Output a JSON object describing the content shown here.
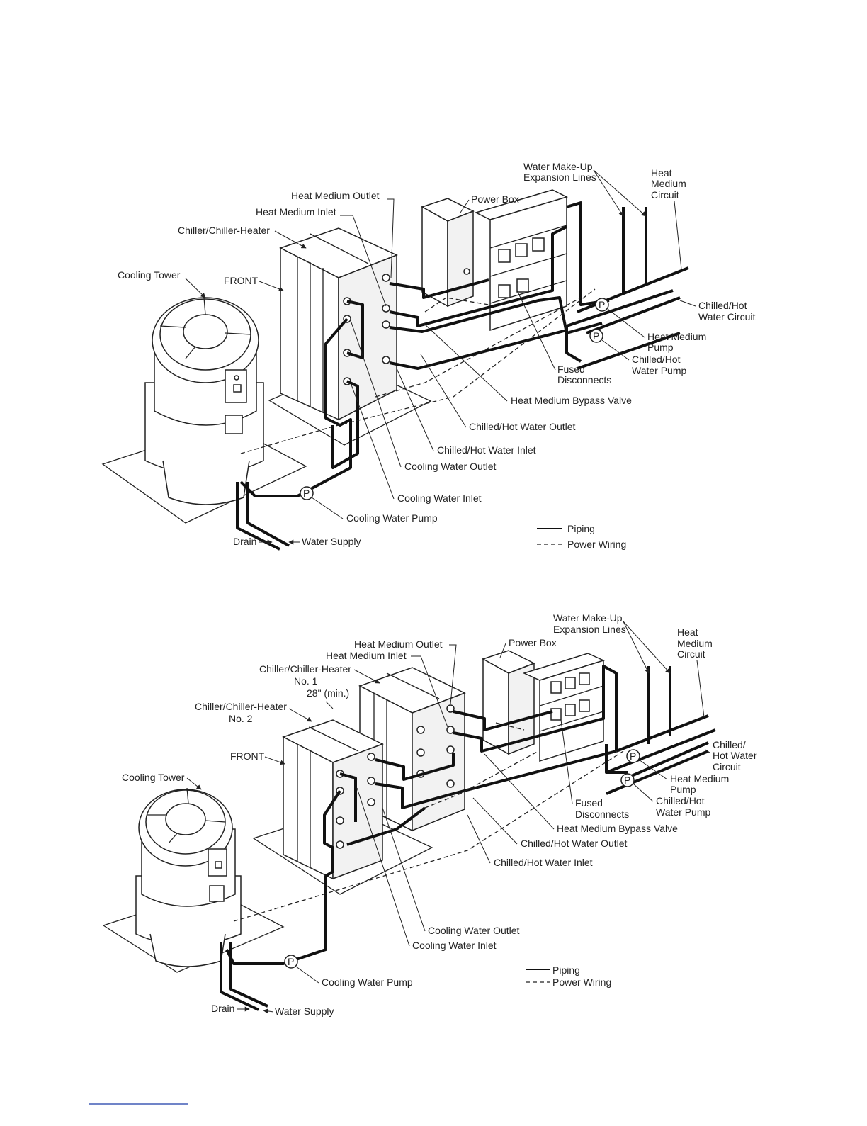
{
  "diagram1": {
    "labels": {
      "heat_medium_outlet": "Heat Medium Outlet",
      "heat_medium_inlet": "Heat Medium Inlet",
      "chiller_heater": "Chiller/Chiller-Heater",
      "cooling_tower": "Cooling Tower",
      "front": "FRONT",
      "power_box": "Power Box",
      "makeup_1": "Water Make-Up",
      "makeup_2": "Expansion Lines",
      "hm_circuit_1": "Heat",
      "hm_circuit_2": "Medium",
      "hm_circuit_3": "Circuit",
      "chw_circuit_1": "Chilled/Hot",
      "chw_circuit_2": "Water Circuit",
      "hm_pump_1": "Heat Medium",
      "hm_pump_2": "Pump",
      "chw_pump_1": "Chilled/Hot",
      "chw_pump_2": "Water Pump",
      "fused_1": "Fused",
      "fused_2": "Disconnects",
      "bypass_valve": "Heat Medium Bypass Valve",
      "chw_outlet": "Chilled/Hot Water Outlet",
      "chw_inlet": "Chilled/Hot Water Inlet",
      "cw_outlet": "Cooling Water Outlet",
      "cw_inlet": "Cooling Water Inlet",
      "cw_pump": "Cooling Water Pump",
      "drain": "Drain",
      "water_supply": "Water Supply",
      "pump_symbol": "P"
    },
    "legend": {
      "piping": "Piping",
      "wiring": "Power Wiring"
    }
  },
  "diagram2": {
    "labels": {
      "heat_medium_outlet": "Heat Medium Outlet",
      "heat_medium_inlet": "Heat Medium Inlet",
      "chiller_no1_1": "Chiller/Chiller-Heater",
      "chiller_no1_2": "No. 1",
      "clearance": "28\" (min.)",
      "chiller_no2_1": "Chiller/Chiller-Heater",
      "chiller_no2_2": "No. 2",
      "front": "FRONT",
      "cooling_tower": "Cooling Tower",
      "power_box": "Power Box",
      "makeup_1": "Water Make-Up",
      "makeup_2": "Expansion Lines",
      "hm_circuit_1": "Heat",
      "hm_circuit_2": "Medium",
      "hm_circuit_3": "Circuit",
      "chw_circuit_1": "Chilled/",
      "chw_circuit_2": "Hot Water",
      "chw_circuit_3": "Circuit",
      "hm_pump_1": "Heat Medium",
      "hm_pump_2": "Pump",
      "chw_pump_1": "Chilled/Hot",
      "chw_pump_2": "Water Pump",
      "fused_1": "Fused",
      "fused_2": "Disconnects",
      "bypass_valve": "Heat Medium Bypass Valve",
      "chw_outlet": "Chilled/Hot Water Outlet",
      "chw_inlet": "Chilled/Hot Water Inlet",
      "cw_outlet": "Cooling Water Outlet",
      "cw_inlet": "Cooling Water Inlet",
      "cw_pump": "Cooling Water Pump",
      "drain": "Drain",
      "water_supply": "Water Supply",
      "pump_symbol": "P"
    },
    "legend": {
      "piping": "Piping",
      "wiring": "Power Wiring"
    }
  }
}
